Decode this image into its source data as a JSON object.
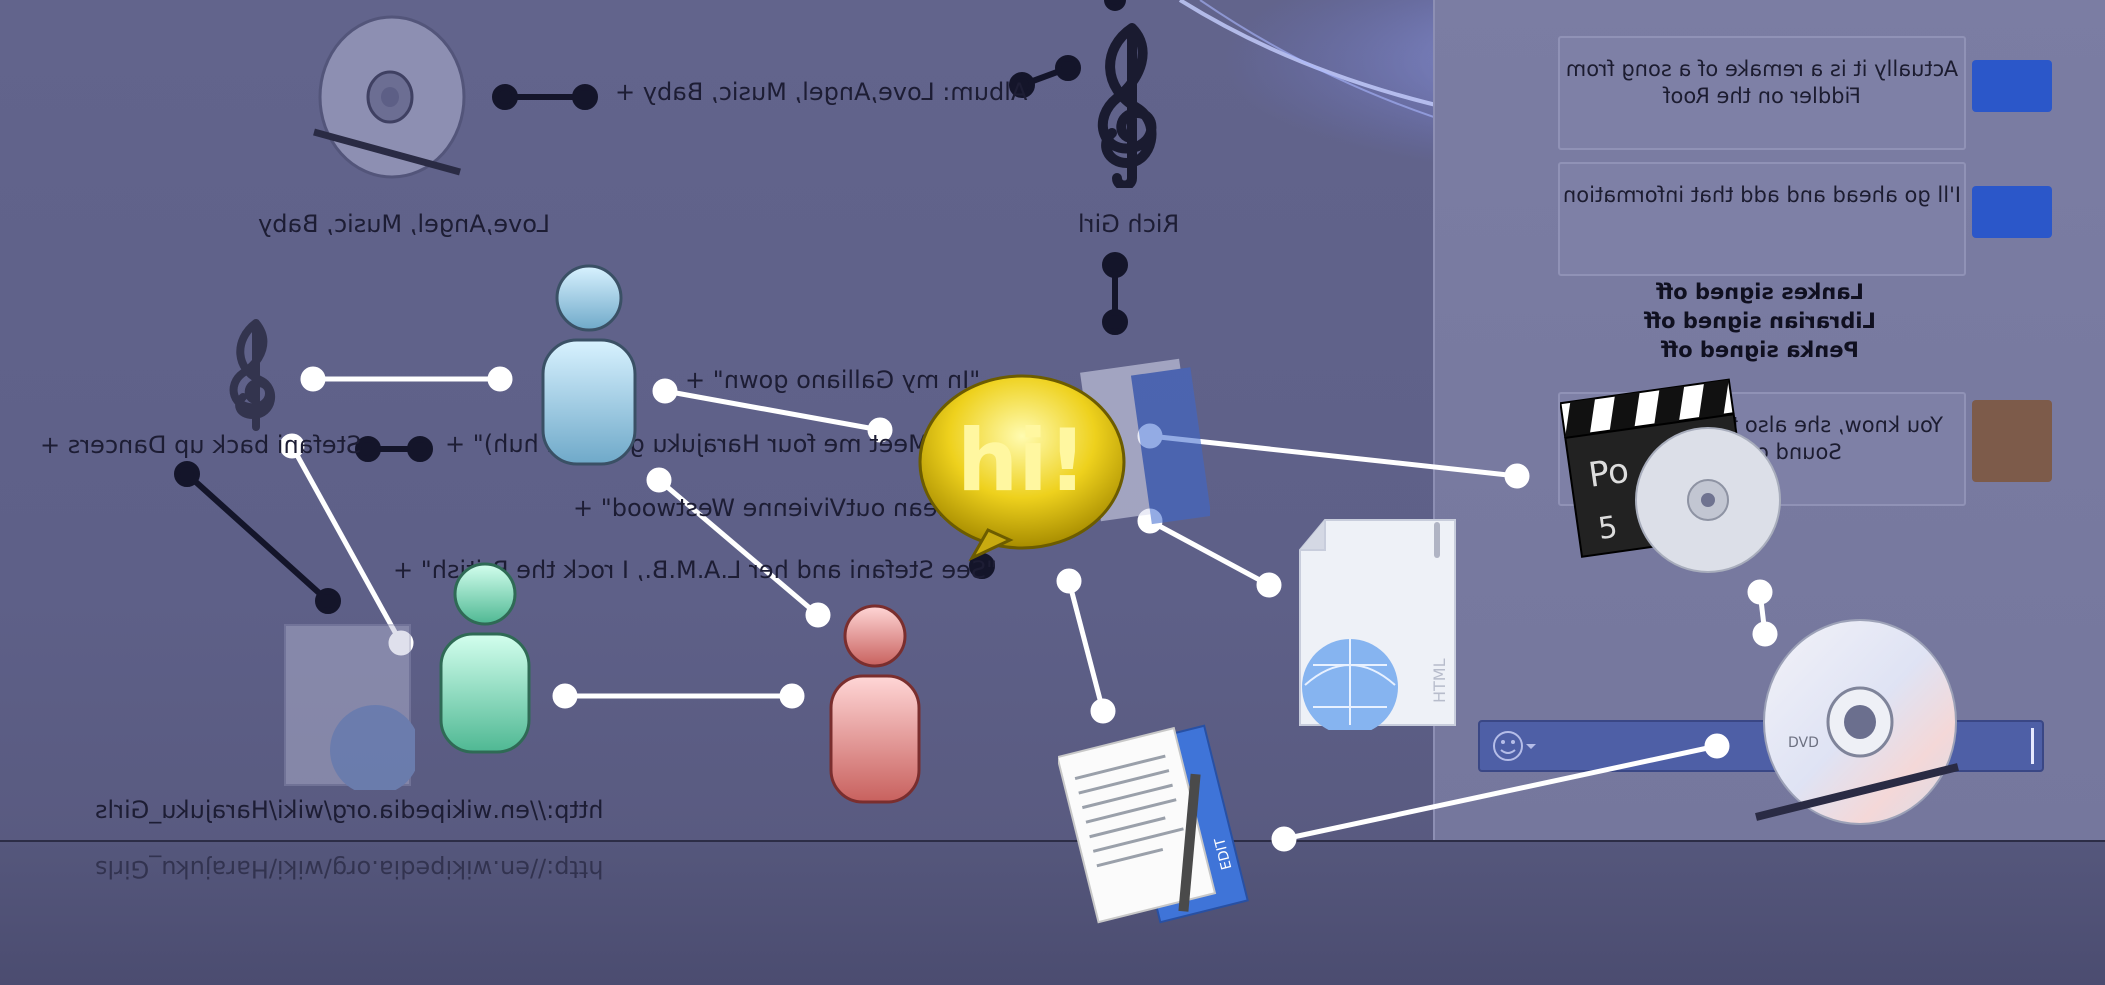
{
  "graph": {
    "nodes": {
      "album_title": "Love,Angel, Music, Baby",
      "album_attr": "Album: Love,Angel, Music, Baby +",
      "song_title": "Rich Girl",
      "lyric_1": "\"In my Galliano gown\" +",
      "lyric_2": "\"Meet me four Harajuku girls (uh huh)\" +",
      "lyric_3": "\"Mean outVivienne Westwood\" +",
      "lyric_4": "\"See Stefani and her L.A.M.B., I rock the British\" +",
      "dancers": "Stefani back up Dancers +",
      "url": "http://en.wikipedia.org/wiki/Harajuku_Girls",
      "url_reflection": "http://en.wikipedia.org/wiki/Harajuku_Girls"
    },
    "chat_icon_text": "hi!",
    "doc_badge": "EDIT",
    "web_badge": "HTML",
    "clap_text": "Po",
    "clap_number": "5",
    "disc_text": "DVD"
  },
  "chat": {
    "messages": [
      {
        "text": "Actually it is a remake of a song from Fiddler on the Roof"
      },
      {
        "text": "I'll go ahead and add that information"
      },
      {
        "text": "You know, she also took lines from Sound of Music"
      }
    ],
    "system_lines": [
      "Lankes signed off",
      "Librarian signed off",
      "Penka signed off"
    ],
    "input_placeholder": ""
  },
  "colors": {
    "background": "#5f6189",
    "connector": "#ffffff",
    "dark_connector": "#14152a",
    "chat_panel": "#787aa0"
  },
  "icons": [
    "treble-clef-icon",
    "cd-icon",
    "person-blue-icon",
    "person-green-icon",
    "person-red-icon",
    "hi-chat-icon",
    "html-document-icon",
    "text-edit-icon",
    "clapperboard-icon",
    "dvd-icon",
    "smiley-icon"
  ]
}
